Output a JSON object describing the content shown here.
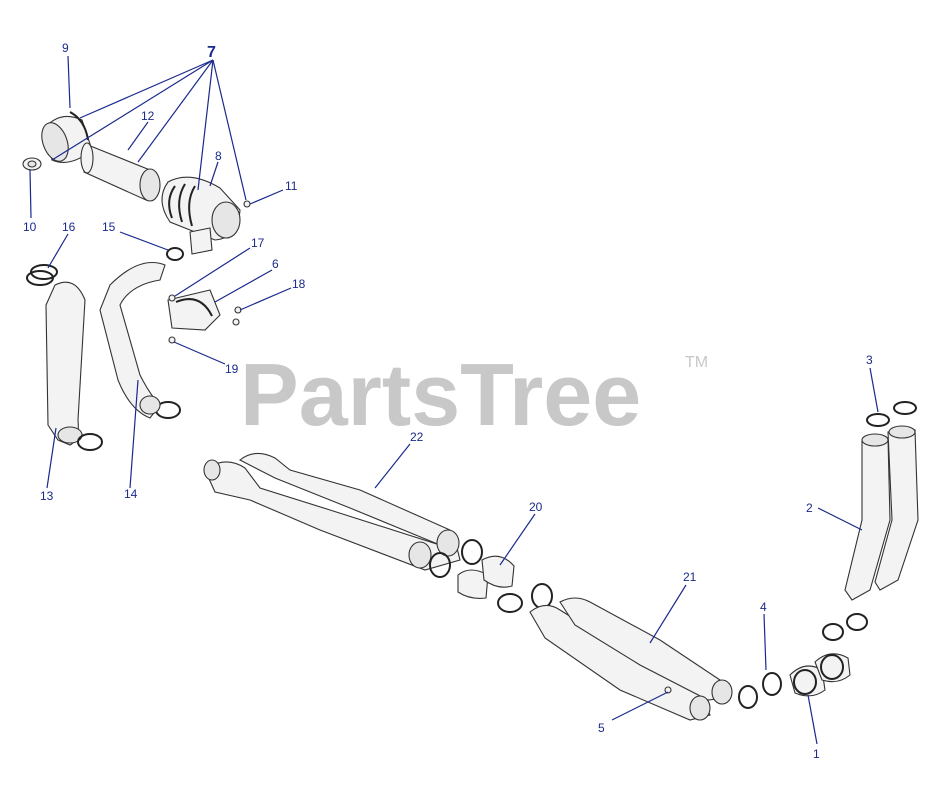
{
  "watermark": {
    "text": "PartsTree",
    "tm": "TM"
  },
  "callouts": {
    "c1": "1",
    "c2": "2",
    "c3": "3",
    "c4": "4",
    "c5": "5",
    "c6": "6",
    "c7": "7",
    "c8": "8",
    "c9": "9",
    "c10": "10",
    "c11": "11",
    "c12": "12",
    "c13": "13",
    "c14": "14",
    "c15": "15",
    "c16": "16",
    "c17": "17",
    "c18": "18",
    "c19": "19",
    "c20": "20",
    "c21": "21",
    "c22": "22"
  },
  "colors": {
    "callout": "#1a2a8c",
    "watermark": "#c8c8c8",
    "line": "#333333"
  }
}
